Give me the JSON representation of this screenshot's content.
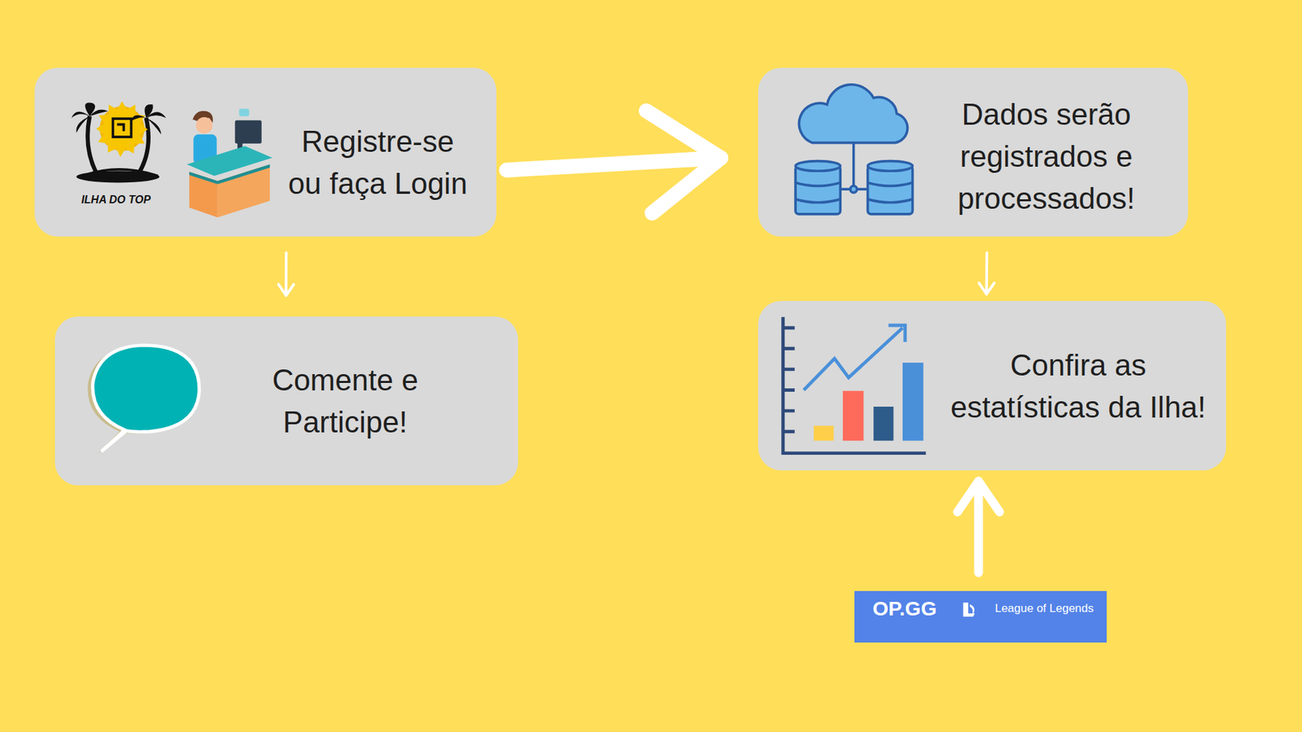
{
  "diagram": {
    "nodes": [
      {
        "text": [
          "ILHA DO TOP",
          "Registre-se ou faça Login"
        ]
      },
      {
        "text": [
          "Comente e Participe!"
        ]
      },
      {
        "text": [
          "Dados serão registrados e processados!"
        ]
      },
      {
        "text": [
          "Confira as estatísticas da Ilha!"
        ]
      },
      {
        "text": [
          "OP.GG",
          "League of Legends"
        ]
      }
    ],
    "edges": [
      {
        "from": 0,
        "to": 1,
        "arrow": "to"
      },
      {
        "from": 0,
        "to": 2,
        "arrow": "to"
      },
      {
        "from": 2,
        "to": 3,
        "arrow": "to"
      },
      {
        "from": 4,
        "to": 3,
        "arrow": "to"
      }
    ]
  }
}
